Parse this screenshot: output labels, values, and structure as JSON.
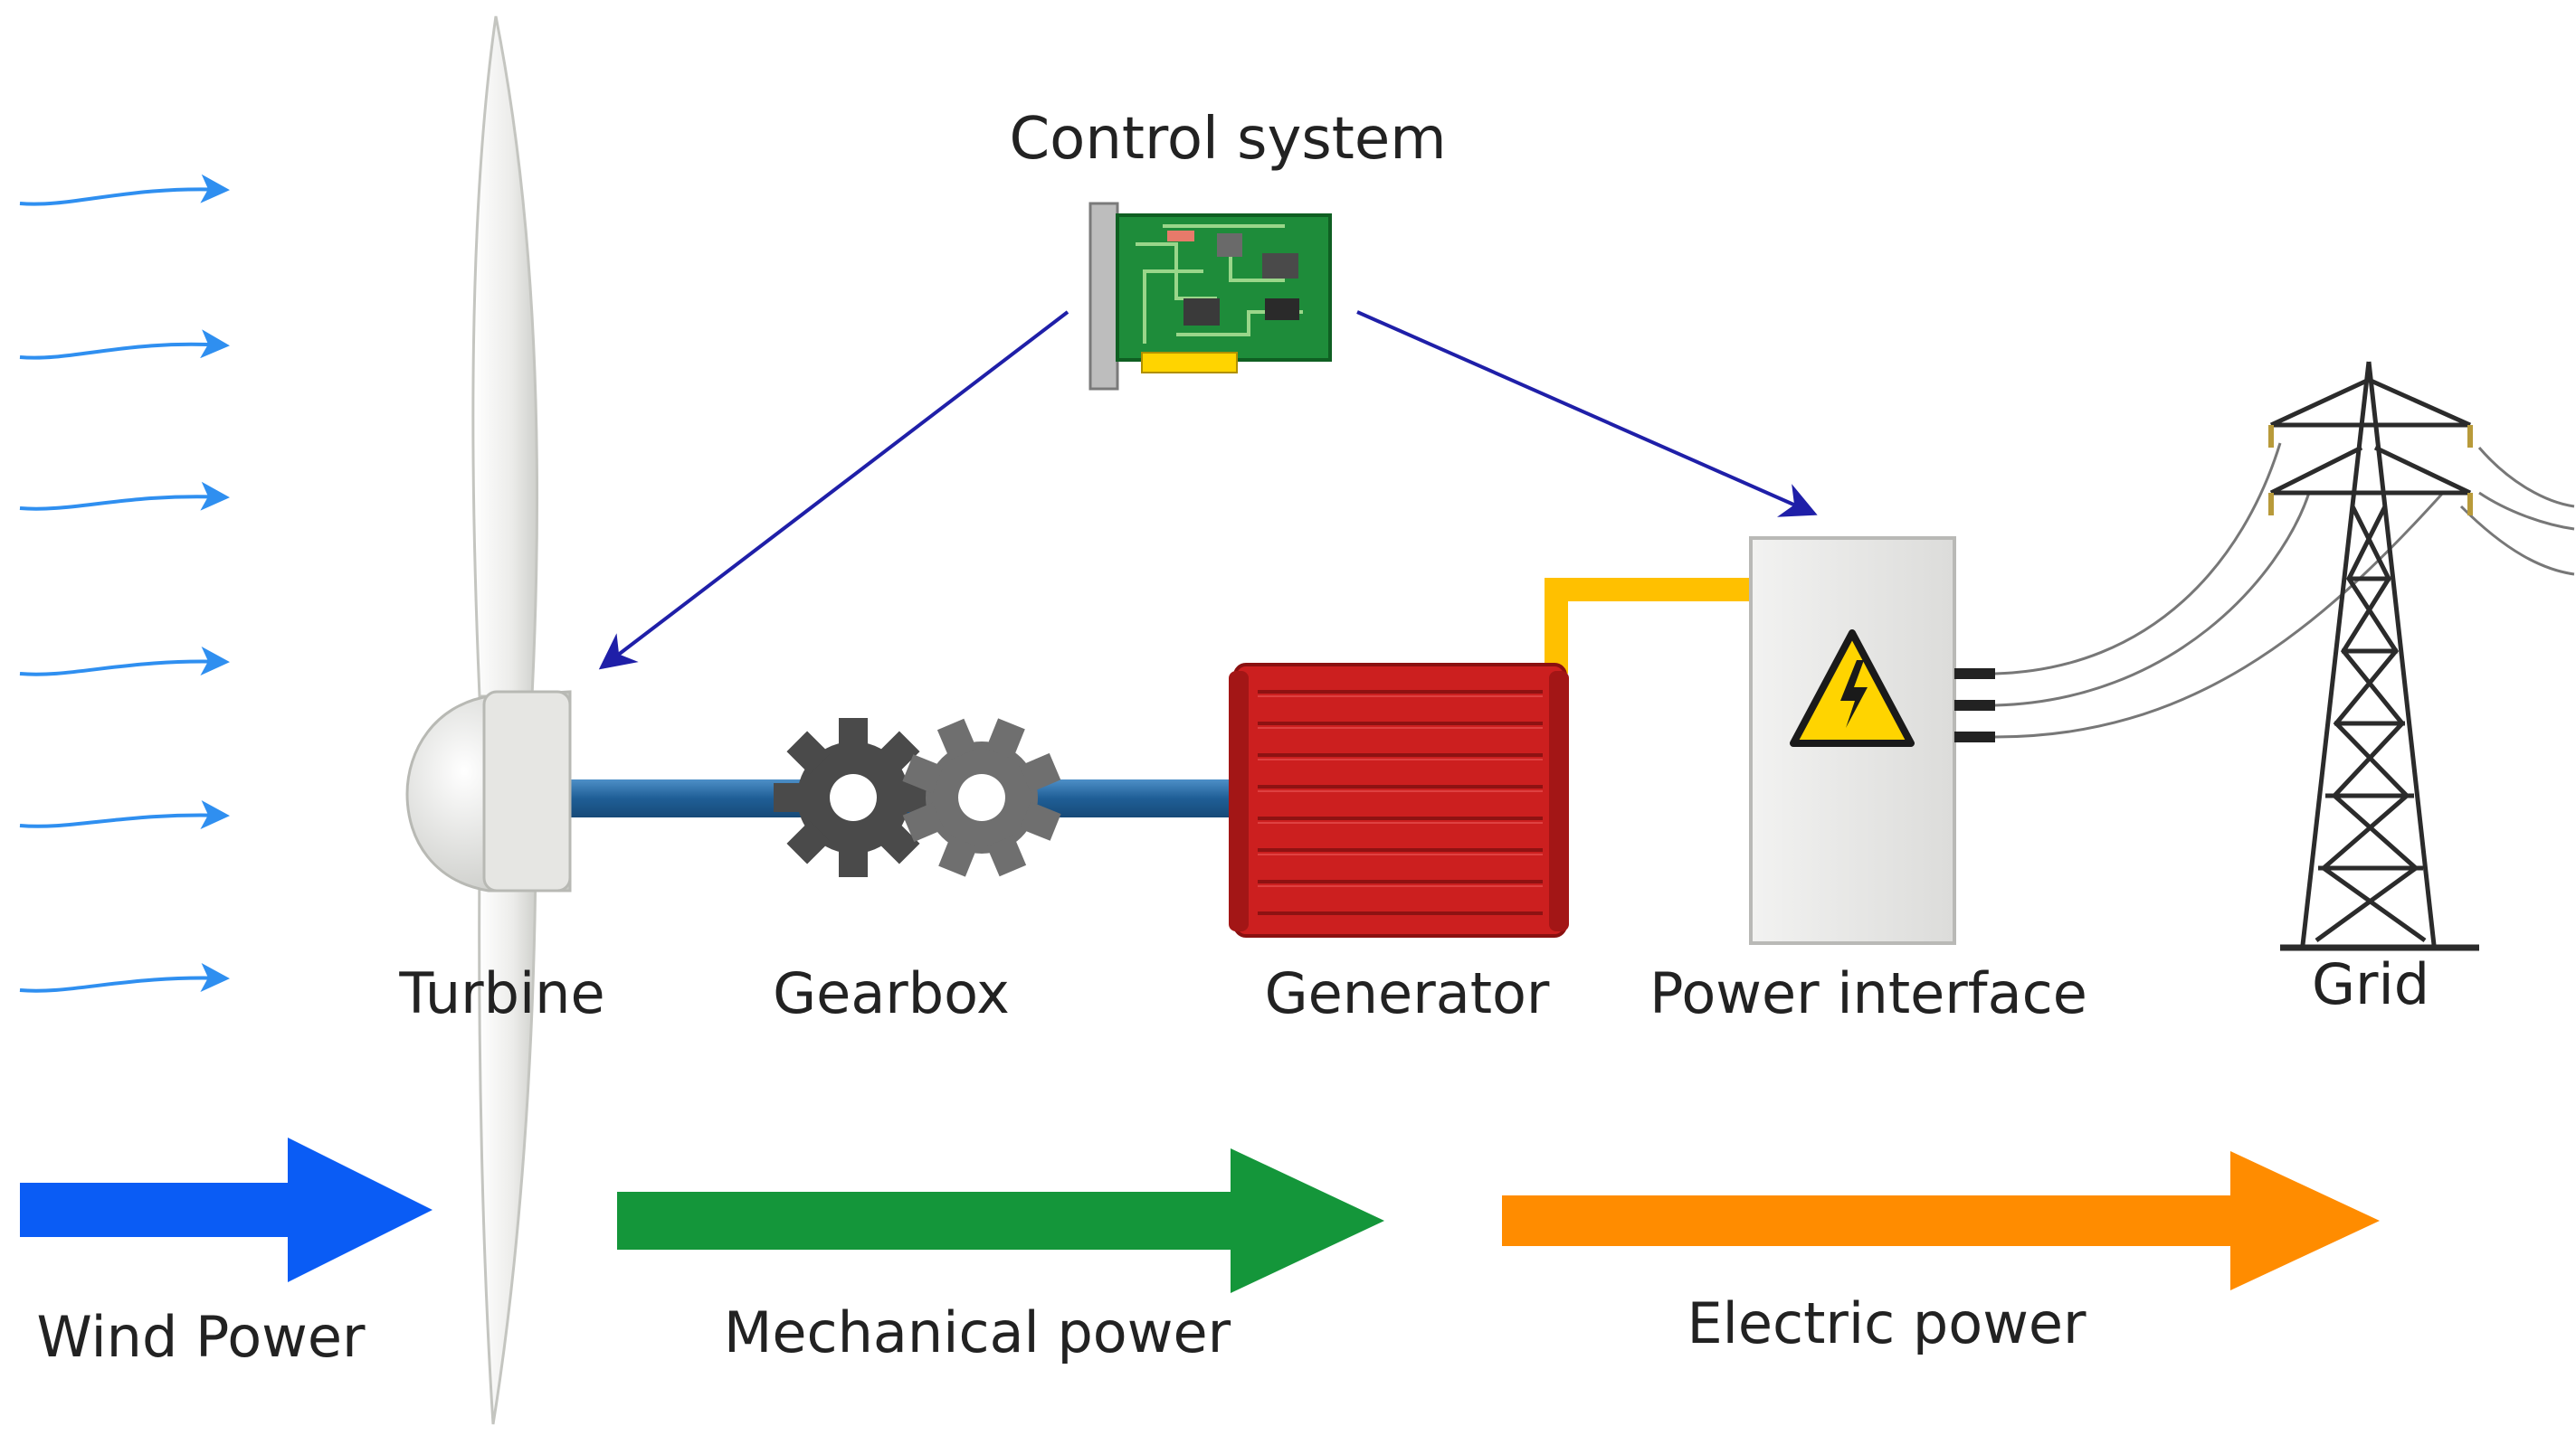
{
  "labels": {
    "control_system": "Control system",
    "turbine": "Turbine",
    "gearbox": "Gearbox",
    "generator": "Generator",
    "power_interface": "Power interface",
    "grid": "Grid",
    "wind_power": "Wind Power",
    "mechanical_power": "Mechanical power",
    "electric_power": "Electric power"
  },
  "colors": {
    "wind_lines": "#2f8ff0",
    "wind_power_arrow": "#0a5cf5",
    "mechanical_power_arrow": "#14963a",
    "electric_power_arrow": "#ff8c00",
    "control_arrows": "#1f1fa8",
    "shaft": "#2a6ea8",
    "generator": "#cc1f1f",
    "power_cable": "#ffc000",
    "warning_sign": "#ffd400"
  },
  "icons": {
    "control_system": "circuit-board-icon",
    "gearbox": "gears-icon",
    "power_interface": "high-voltage-warning-icon",
    "grid": "transmission-tower-icon"
  }
}
